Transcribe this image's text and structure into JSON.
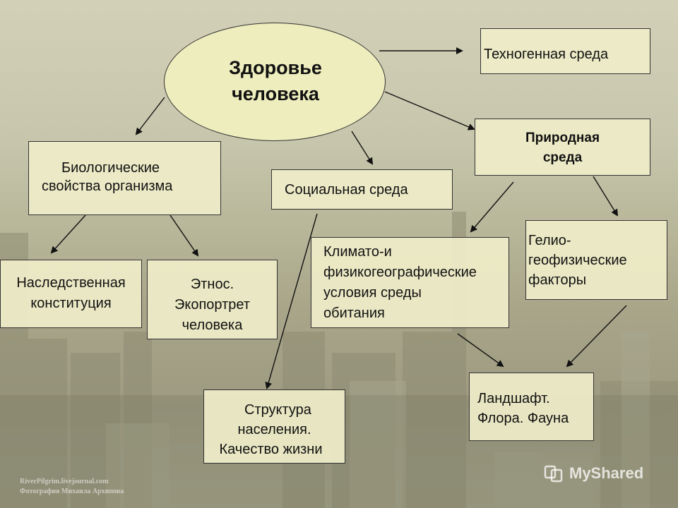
{
  "nodes": {
    "center": {
      "line1": "Здоровье",
      "line2": "человека"
    },
    "technogenic": {
      "line1": "Техногенная среда"
    },
    "natural": {
      "line1": "Природная",
      "line2": "среда"
    },
    "biological": {
      "line1": "Биологические",
      "line2": "свойства организма"
    },
    "social": {
      "line1": "Социальная среда"
    },
    "heredity": {
      "line1": "Наследственная",
      "line2": "конституция"
    },
    "ethnos": {
      "line1": "Этнос.",
      "line2": "Экопортрет",
      "line3": "человека"
    },
    "climate": {
      "line1": "Климато-и",
      "line2": "физикогеографические",
      "line3": "условия среды",
      "line4": "обитания"
    },
    "helio": {
      "line1": "Гелио-",
      "line2": "геофизические",
      "line3": "факторы"
    },
    "landscape": {
      "line1": "Ландшафт.",
      "line2": "Флора. Фауна"
    },
    "population": {
      "line1": "Структура",
      "line2": "населения.",
      "line3": "Качество жизни"
    }
  },
  "watermark": {
    "brand": "MyShared"
  },
  "credit": {
    "line1": "RiverPilgrim.livejournal.com",
    "line2": "Фотография Михаила Архипова"
  }
}
